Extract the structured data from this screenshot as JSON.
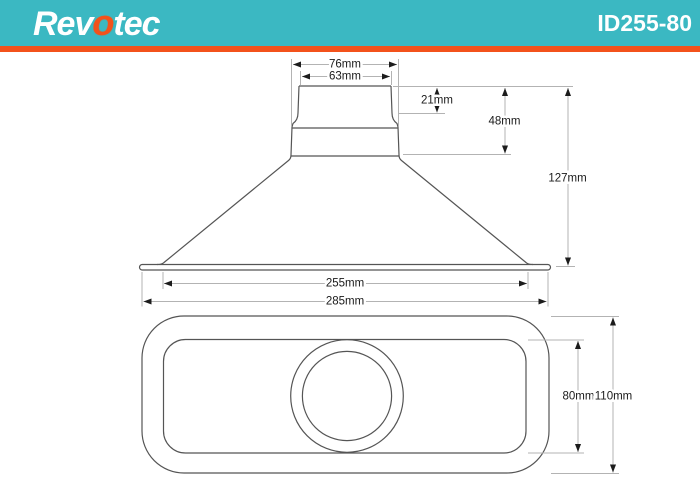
{
  "header": {
    "brand": {
      "prefix": "Rev",
      "o": "o",
      "suffix": "tec"
    },
    "part_number": "ID255-80",
    "colors": {
      "teal": "#3bb8c2",
      "orange": "#f3521b"
    }
  },
  "drawing": {
    "dimensions": {
      "neck_outer_width": "76mm",
      "neck_inner_width": "63mm",
      "neck_top_height": "21mm",
      "neck_total_height": "48mm",
      "overall_height": "127mm",
      "cone_base_width": "255mm",
      "flange_width": "285mm",
      "base_inner_height": "80mm",
      "base_outer_height": "110mm"
    }
  }
}
